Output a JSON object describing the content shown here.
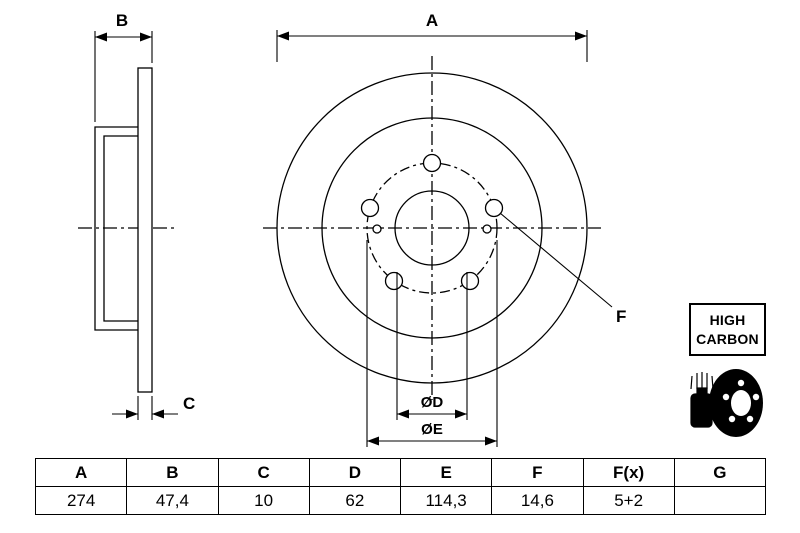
{
  "page": {
    "background": "#ffffff",
    "line_color": "#000000"
  },
  "drawing": {
    "labels": {
      "dim_a": "A",
      "dim_b": "B",
      "dim_c": "C",
      "dim_d": "ØD",
      "dim_e": "ØE",
      "dim_f": "F"
    },
    "badge": {
      "line1": "HIGH",
      "line2": "CARBON"
    }
  },
  "table": {
    "headers": [
      "A",
      "B",
      "C",
      "D",
      "E",
      "F",
      "F(x)",
      "G"
    ],
    "values": [
      "274",
      "47,4",
      "10",
      "62",
      "114,3",
      "14,6",
      "5+2",
      ""
    ]
  }
}
